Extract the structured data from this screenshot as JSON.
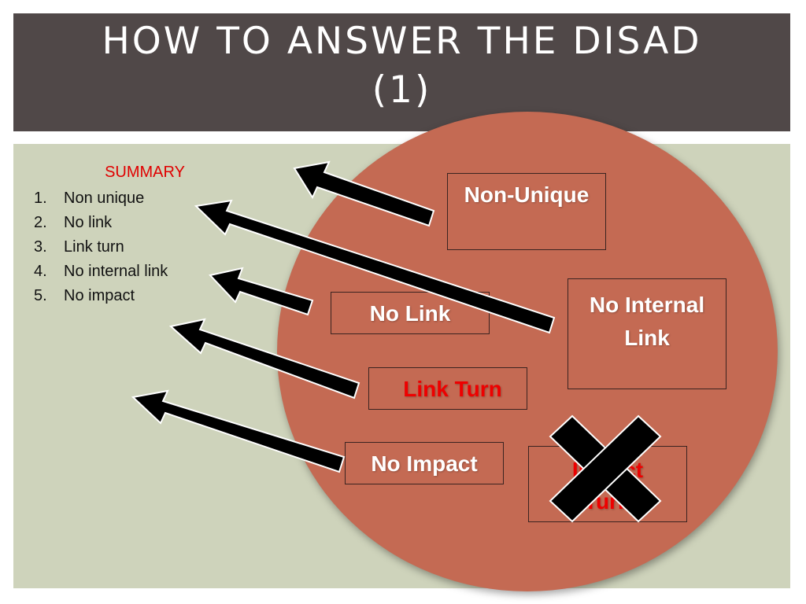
{
  "slide": {
    "title_line1": "HOW TO ANSWER THE DISAD",
    "title_line2": "(1)"
  },
  "summary": {
    "heading": "SUMMARY",
    "items": [
      {
        "num": "1.",
        "text": "Non unique"
      },
      {
        "num": "2.",
        "text": "No link"
      },
      {
        "num": "3.",
        "text": "Link turn"
      },
      {
        "num": "4.",
        "text": "No internal link"
      },
      {
        "num": "5.",
        "text": "No impact"
      }
    ]
  },
  "diagram": {
    "boxes": {
      "non_unique": "Non-Unique",
      "no_internal_link_line1": "No Internal",
      "no_internal_link_line2": "Link",
      "no_link": "No Link",
      "link_turn": "Link Turn",
      "no_impact": "No Impact",
      "impact_turn_line1": "Impact",
      "impact_turn_line2": "Turn"
    },
    "colors": {
      "title_band": "#504848",
      "panel": "#ced3bb",
      "circle": "#c46a53",
      "summary_heading": "#e00000",
      "link_turn_text": "#ee0000",
      "arrows": "#000000"
    },
    "icons": [
      "arrow-icon",
      "x-mark-icon"
    ]
  }
}
